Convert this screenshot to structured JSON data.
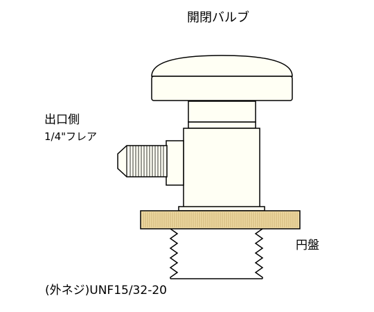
{
  "labels": {
    "title": "開閉バルブ",
    "outlet_line1": "出口側",
    "outlet_line2": "1/4\"フレア",
    "disk": "円盤",
    "thread": "(外ネジ)UNF15/32-20"
  },
  "colors": {
    "line": "#000000",
    "body_fill": "#fffff4",
    "disk_fill": "#eed9a2",
    "background": "#ffffff"
  }
}
